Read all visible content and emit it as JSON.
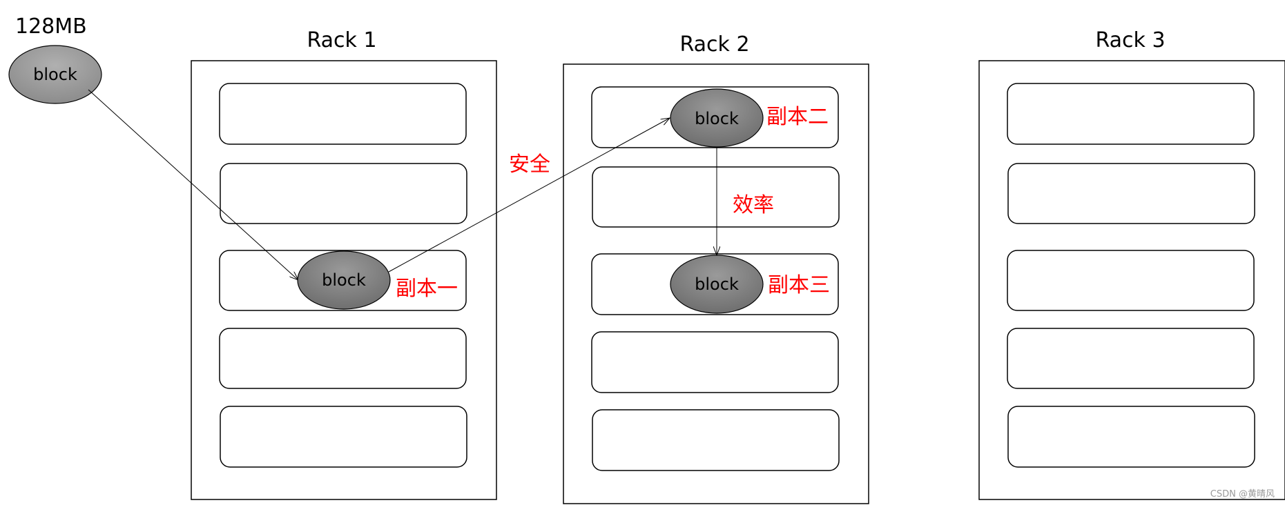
{
  "source_block": {
    "size_label": "128MB",
    "label": "block"
  },
  "racks": [
    {
      "title": "Rack 1"
    },
    {
      "title": "Rack 2"
    },
    {
      "title": "Rack 3"
    }
  ],
  "replicas": [
    {
      "label": "block",
      "tag": "副本一"
    },
    {
      "label": "block",
      "tag": "副本二"
    },
    {
      "label": "block",
      "tag": "副本三"
    }
  ],
  "annotations": {
    "safety": "安全",
    "efficiency": "效率"
  },
  "watermark": "CSDN @黄晴风",
  "colors": {
    "block_fill": "#7f7f7f",
    "block_fill_light": "#a6a6a6",
    "annotation": "#ff0000",
    "outline": "#000000"
  }
}
